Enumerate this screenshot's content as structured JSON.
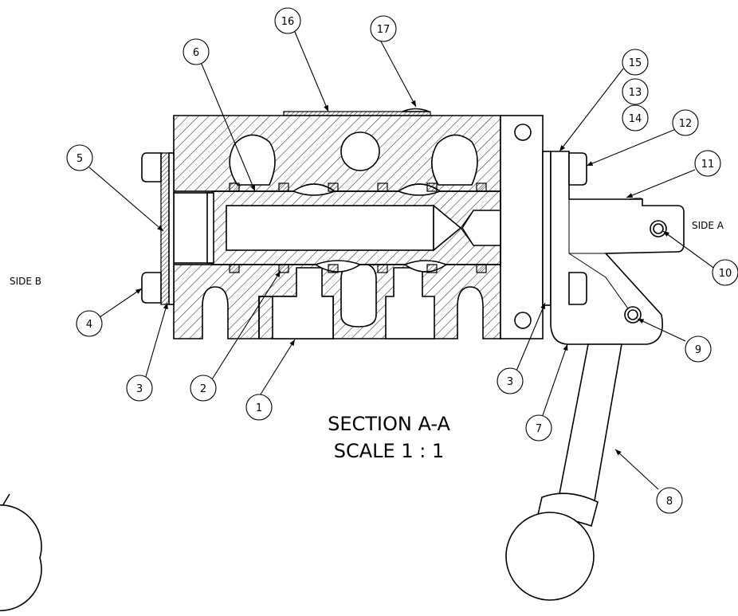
{
  "section_title": "SECTION A-A",
  "section_scale": "SCALE 1 : 1",
  "side_a_label": "SIDE A",
  "side_b_label": "SIDE B",
  "balloons": [
    "1",
    "2",
    "3",
    "3",
    "4",
    "5",
    "6",
    "7",
    "8",
    "9",
    "10",
    "11",
    "12",
    "13",
    "14",
    "15",
    "16",
    "17"
  ]
}
